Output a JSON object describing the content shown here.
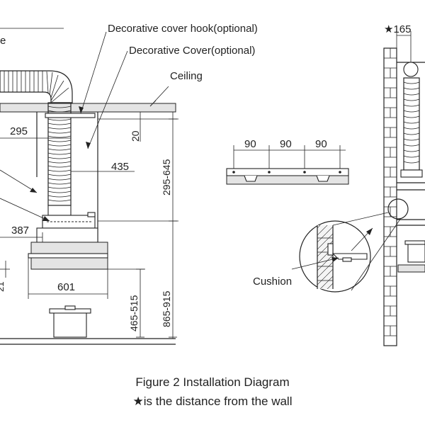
{
  "labels": {
    "decorative_cover_hook": "Decorative cover hook(optional)",
    "decorative_cover": "Decorative Cover(optional)",
    "ceiling": "Ceiling",
    "cushion": "Cushion",
    "partial_left_label": "e",
    "star_distance": "★165"
  },
  "dimensions": {
    "d_295": "295",
    "d_20": "20",
    "d_435": "435",
    "d_295_645": "295-645",
    "d_387": "387",
    "d_601": "601",
    "d_465_515": "465-515",
    "d_865_915": "865-915",
    "d_partial_21": "21",
    "spacing": [
      "90",
      "90",
      "90"
    ]
  },
  "caption": {
    "title": "Figure 2 Installation Diagram",
    "note": "★is the distance from the wall"
  }
}
